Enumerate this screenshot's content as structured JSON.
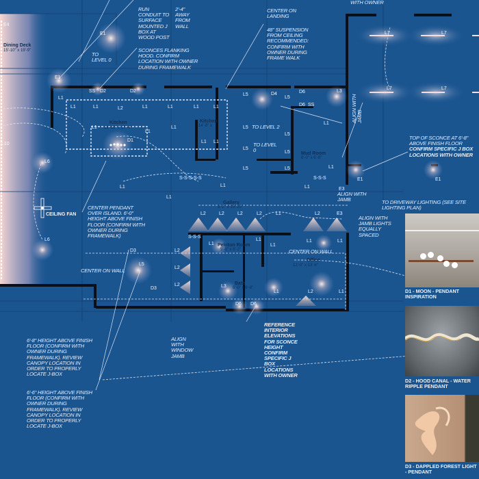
{
  "colors": {
    "background": "#1b5590",
    "wall": "#0a0f18",
    "glow": "#ffe6e0",
    "linework": "#dce6f5"
  },
  "tags": {
    "L1": "L1",
    "L2": "L2",
    "L3": "L3",
    "L5": "L5",
    "L6": "L6",
    "L7": "L7",
    "L10": "L10",
    "D1": "D1",
    "D2": "D2",
    "D3": "D3",
    "D4": "D4",
    "D6": "D6",
    "E1": "E1",
    "E3": "E3",
    "E4": "E4",
    "S": "S",
    "SS": "SS",
    "SSS": "S-S-S",
    "SSSSS": "S-S-S-S-S"
  },
  "rooms": {
    "dining_deck": {
      "name": "Dining Deck",
      "dim": "15'-10\" x 19'-9\""
    },
    "kitchen": {
      "name": "Kitchen",
      "dim": "16'-10\" x 17'-4\""
    },
    "kitchen2": {
      "name": "Kitchen",
      "dim": "14'-8\" x"
    },
    "mud_room": {
      "name": "Mud Room",
      "dim": "8'-0\" x 6'-8\""
    },
    "gallery": {
      "name": "Gallery",
      "dim": "9'-2\" x 19'-10\""
    },
    "peloton": {
      "name": "Peloton Room",
      "dim": "5'-8\" x 8'-2\""
    },
    "bath": {
      "name": "Bath",
      "dim": "6'-0\" x 6'-8\""
    },
    "office": {
      "name": "Office",
      "dim": "12'-0\" x 13'-6\""
    }
  },
  "ceiling_fan": "CEILING FAN",
  "notes": {
    "run_conduit": "RUN CONDUIT TO SURFACE MOUNTED J BOX AT WOOD POST",
    "away_wall": "2'-4\" AWAY FROM WALL",
    "sconces_hood": "SCONCES FLANKING HOOD. CONFIRM LOCATION WITH OWNER DURING FRAMEWALK",
    "to_level0_a": "TO LEVEL 0",
    "center_landing": "CENTER ON LANDING",
    "suspension": "48\" SUSPENSION FROM CEILING RECOMMENDED: CONFIRM WITH OWNER DURING FRAME WALK",
    "with_owner": "WITH OWNER",
    "to_level2": "TO LEVEL 2",
    "to_level0_b": "TO LEVEL 0",
    "align_jamb_vert": "ALIGN WITH JAMB",
    "top_sconce_a": "TOP OF SCONCE AT 6'-8\" ABOVE FINISH FLOOR ",
    "top_sconce_b": "CONFIRM SPECIFIC J BOX LOCATIONS WITH OWNER",
    "align_jamb": "ALIGN WITH JAMB",
    "to_driveway": "TO DRIVEWAY LIGHTING (SEE SITE LIGHTING PLAN)",
    "center_pendant": "CENTER PENDANT OVER ISLAND. 6'-0\" HEIGHT ABOVE FINISH FLOOR (CONFIRM WITH OWNER DURING FRAMEWALK)",
    "align_equal": "ALIGN WITH JAMB LIGHTS EQUALLY SPACED",
    "center_wall_a": "CENTER ON WALL",
    "center_wall_b": "CENTER ON WALL",
    "reference": "REFERENCE INTERIOR ELEVATIONS FOR SCONCE HEIGHT CONFIRM SPECIFIC J BOX LOCATIONS WITH OWNER",
    "align_window": "ALIGN WITH WINDOW JAMB",
    "height_68": "6'-8\" HEIGHT ABOVE FINISH FLOOR (CONFIRM WITH OWNER DURING FRAMEWALK). REVIEW CANOPY LOCATION IN ORDER TO PROPERLY LOCATE J-BOX",
    "height_66": "6'-6\" HEIGHT ABOVE FINISH FLOOR (CONFIRM WITH OWNER DURING FRAMEWALK). REVIEW CANOPY LOCATION IN ORDER TO PROPERLY LOCATE J-BOX"
  },
  "inspiration": [
    {
      "caption": "D1 - MOON - PENDANT INSPIRATION"
    },
    {
      "caption": "D2 - HOOD CANAL - WATER RIPPLE PENDANT"
    },
    {
      "caption": "D3 - DAPPLED FOREST LIGHT - PENDANT"
    }
  ]
}
